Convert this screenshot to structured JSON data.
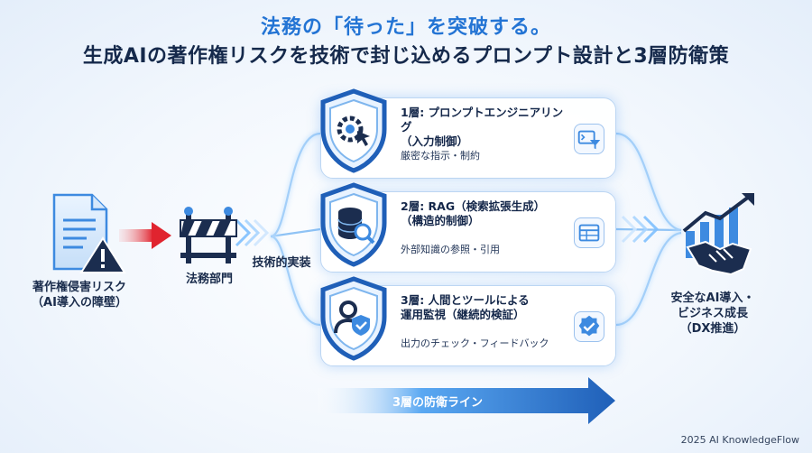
{
  "title": {
    "line1": "法務の「待った」を突破する。",
    "line2": "生成AIの著作権リスクを技術で封じ込めるプロンプト設計と3層防衛策"
  },
  "left": {
    "label_line1": "著作権侵害リスク",
    "label_line2": "（AI導入の障壁）"
  },
  "legal_dept": {
    "label": "法務部門"
  },
  "implementation": {
    "label": "技術的実装"
  },
  "layers": [
    {
      "title_line1": "1層: プロンプトエンジニアリング",
      "title_line2": "（入力制御）",
      "desc": "厳密な指示・制約",
      "shield_icon": "gear-cursor-icon",
      "side_icon": "terminal-filter-icon"
    },
    {
      "title_line1": "2層: RAG（検索拡張生成）",
      "title_line2": "（構造的制御）",
      "desc": "外部知識の参照・引用",
      "shield_icon": "database-search-icon",
      "side_icon": "table-icon"
    },
    {
      "title_line1": "3層: 人間とツールによる",
      "title_line2": "運用監視（継続的検証）",
      "desc": "出力のチェック・フィードバック",
      "shield_icon": "user-check-icon",
      "side_icon": "check-badge-icon"
    }
  ],
  "defense_line": {
    "label": "3層の防衛ライン"
  },
  "right": {
    "label_line1": "安全なAI導入・",
    "label_line2": "ビジネス成長",
    "label_line3": "（DX推進）"
  },
  "footer": {
    "text": "2025 AI KnowledgeFlow"
  },
  "colors": {
    "accent_blue": "#2374d4",
    "dark_navy": "#15294b",
    "risk_red": "#e0242f",
    "glow": "#5aa8f2"
  }
}
